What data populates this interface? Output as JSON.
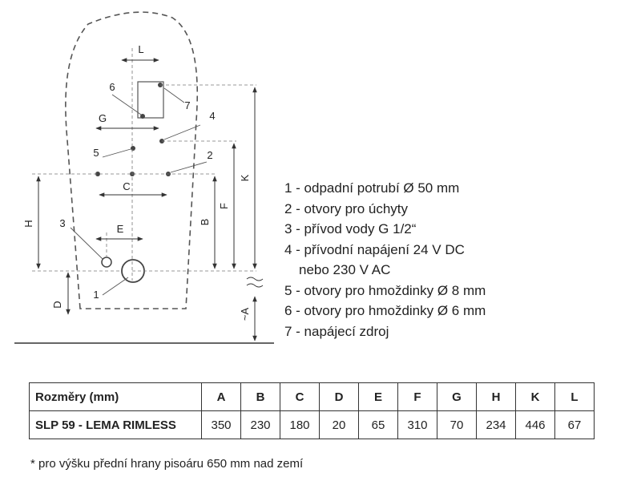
{
  "drawing": {
    "dimension_labels": {
      "L": "L",
      "G": "G",
      "C": "C",
      "H": "H",
      "E": "E",
      "D": "D",
      "B": "B",
      "F": "F",
      "K": "K",
      "A": "~A"
    },
    "callouts": {
      "c1": "1",
      "c2": "2",
      "c3": "3",
      "c4": "4",
      "c5": "5",
      "c6": "6",
      "c7": "7"
    }
  },
  "legend": {
    "items": [
      "1 - odpadní potrubí Ø 50 mm",
      "2 - otvory pro úchyty",
      "3 - přívod vody G 1/2“",
      "4 - přívodní napájení 24 V DC",
      "nebo 230 V AC",
      "5 - otvory pro hmoždinky Ø 8 mm",
      "6 - otvory pro hmoždinky Ø 6 mm",
      "7 - napájecí zdroj"
    ]
  },
  "table": {
    "header_label": "Rozměry (mm)",
    "columns": [
      "A",
      "B",
      "C",
      "D",
      "E",
      "F",
      "G",
      "H",
      "K",
      "L"
    ],
    "row": {
      "label": "SLP 59 - LEMA RIMLESS",
      "values": [
        "350",
        "230",
        "180",
        "20",
        "65",
        "310",
        "70",
        "234",
        "446",
        "67"
      ]
    }
  },
  "footnote": "* pro výšku přední hrany pisoáru 650 mm nad zemí"
}
